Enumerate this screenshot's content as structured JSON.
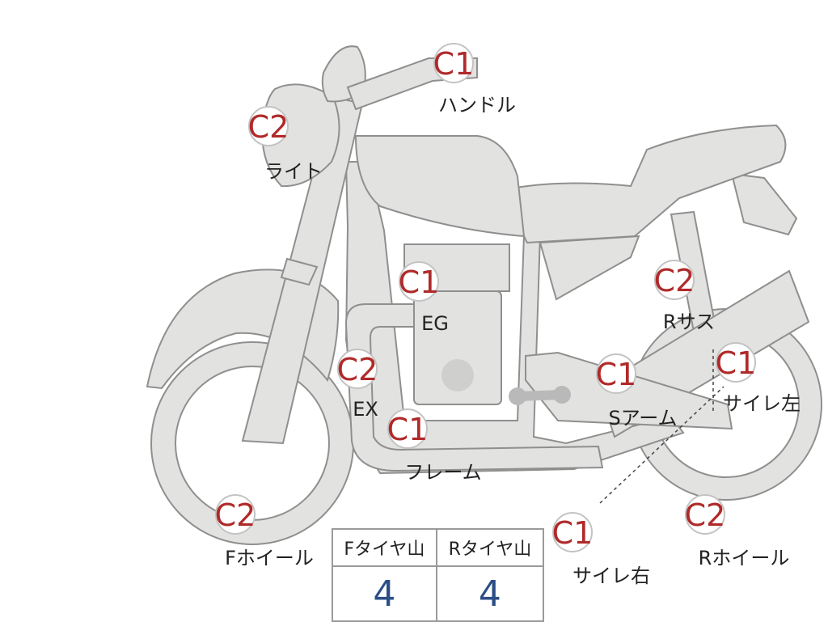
{
  "badges": {
    "handle": {
      "grade": "C1",
      "label": "ハンドル"
    },
    "light": {
      "grade": "C2",
      "label": "ライト"
    },
    "engine": {
      "grade": "C1",
      "label": "EG"
    },
    "r_suspension": {
      "grade": "C2",
      "label": "Rサス"
    },
    "exhaust": {
      "grade": "C2",
      "label": "EX"
    },
    "swing_arm": {
      "grade": "C1",
      "label": "Sアーム"
    },
    "muffler_left": {
      "grade": "C1",
      "label": "サイレ左"
    },
    "frame": {
      "grade": "C1",
      "label": "フレーム"
    },
    "f_wheel": {
      "grade": "C2",
      "label": "Fホイール"
    },
    "muffler_right": {
      "grade": "C1",
      "label": "サイレ右"
    },
    "r_wheel": {
      "grade": "C2",
      "label": "Rホイール"
    }
  },
  "tire_table": {
    "front": {
      "header": "Fタイヤ山",
      "value": "4"
    },
    "rear": {
      "header": "Rタイヤ山",
      "value": "4"
    }
  },
  "colors": {
    "grade_text": "#b02a2a",
    "table_value": "#2b4e86",
    "part_fill": "#e2e2e0"
  }
}
